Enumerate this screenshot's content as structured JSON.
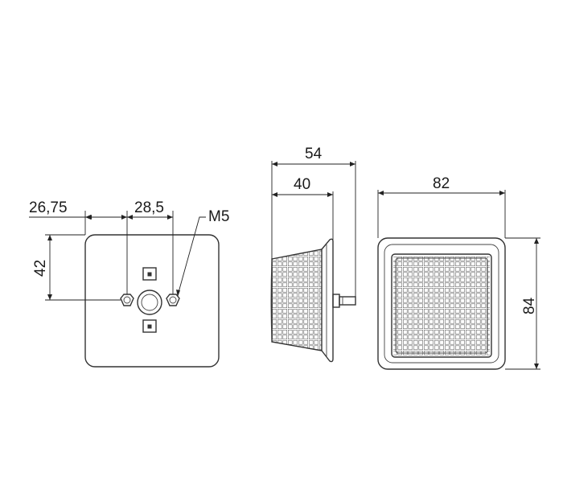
{
  "dimensions": {
    "front_left_offset": "26,75",
    "front_hole_spacing": "28,5",
    "front_thread": "M5",
    "front_vertical_offset": "42",
    "side_total_depth": "54",
    "side_body_depth": "40",
    "back_width": "82",
    "back_height": "84"
  },
  "colors": {
    "line": "#333333",
    "background": "#ffffff"
  }
}
